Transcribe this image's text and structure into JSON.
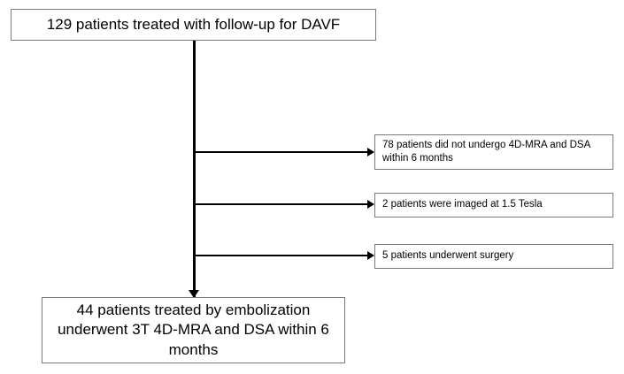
{
  "diagram": {
    "title": "DAVF patient selection flow diagram",
    "type": "flowchart",
    "orientation": "top-to-bottom with right-side exclusion branches",
    "colors": {
      "box_border": "#7a7a7a",
      "connector": "#000000",
      "background": "#ffffff",
      "text": "#000000"
    },
    "nodes": {
      "top": {
        "label": "129 patients treated with follow-up for DAVF",
        "count": 129
      },
      "bottom": {
        "label": "44 patients treated by embolization underwent 3T 4D-MRA and DSA within 6 months",
        "count": 44
      }
    },
    "exclusions": [
      {
        "label": "78 patients did not undergo 4D-MRA and DSA within 6 months",
        "count": 78
      },
      {
        "label": "2 patients were imaged at 1.5 Tesla",
        "count": 2
      },
      {
        "label": "5 patients underwent surgery",
        "count": 5
      }
    ],
    "connectors": [
      {
        "name": "trunk-vertical",
        "from": "top",
        "to": "bottom",
        "arrowhead": "down"
      },
      {
        "name": "branch-1",
        "from": "trunk",
        "to": "exclusion-1",
        "arrowhead": "right"
      },
      {
        "name": "branch-2",
        "from": "trunk",
        "to": "exclusion-2",
        "arrowhead": "right"
      },
      {
        "name": "branch-3",
        "from": "trunk",
        "to": "exclusion-3",
        "arrowhead": "right"
      }
    ]
  }
}
